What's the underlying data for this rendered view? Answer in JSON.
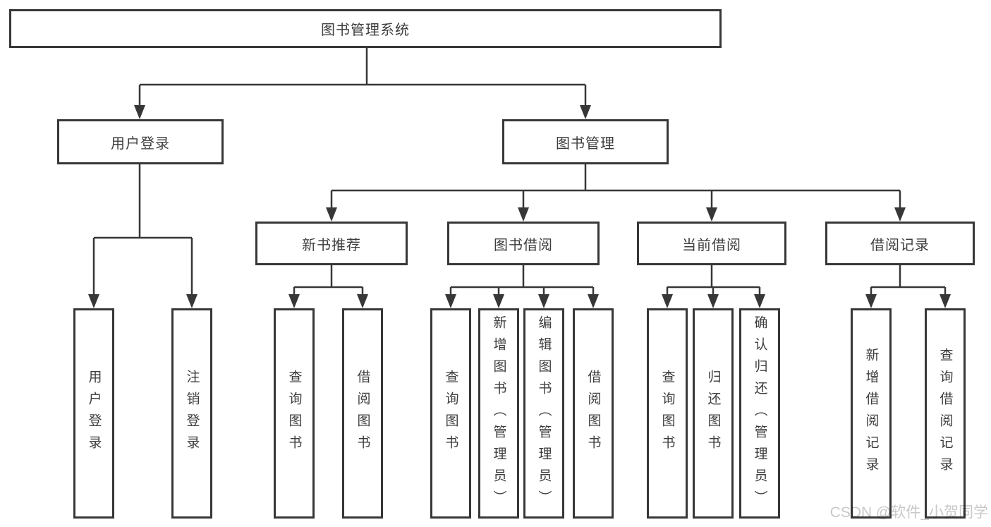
{
  "diagram": {
    "root": {
      "label": "图书管理系统"
    },
    "branches": [
      {
        "label": "用户登录",
        "leaves": [
          "用户登录",
          "注销登录"
        ]
      },
      {
        "label": "图书管理",
        "children": [
          {
            "label": "新书推荐",
            "leaves": [
              "查询图书",
              "借阅图书"
            ]
          },
          {
            "label": "图书借阅",
            "leaves": [
              "查询图书",
              "新增图书（管理员）",
              "编辑图书（管理员）",
              "借阅图书"
            ]
          },
          {
            "label": "当前借阅",
            "leaves": [
              "查询图书",
              "归还图书",
              "确认归还（管理员）"
            ]
          },
          {
            "label": "借阅记录",
            "leaves": [
              "新增借阅记录",
              "查询借阅记录"
            ]
          }
        ]
      }
    ]
  },
  "watermark": {
    "text": "CSDN @软件_小贺同学"
  },
  "colors": {
    "line": "#373737",
    "text": "#3d3d3d",
    "background": "#ffffff",
    "watermark": "#c9c9c9"
  }
}
